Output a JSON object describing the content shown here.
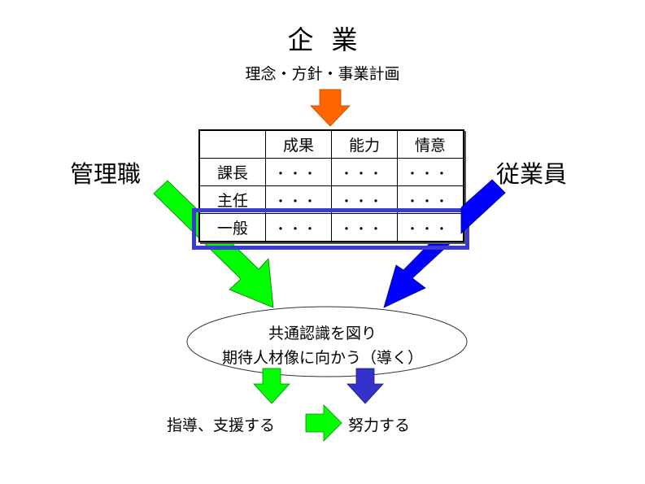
{
  "title": "企業",
  "subtitle": "理念・方針・事業計画",
  "left_label": "管理職",
  "right_label": "従業員",
  "table": {
    "columns": [
      "",
      "成果",
      "能力",
      "情意"
    ],
    "rows": [
      {
        "label": "課長",
        "cells": [
          "・・・",
          "・・・",
          "・・・"
        ]
      },
      {
        "label": "主任",
        "cells": [
          "・・・",
          "・・・",
          "・・・"
        ]
      },
      {
        "label": "一般",
        "cells": [
          "・・・",
          "・・・",
          "・・・"
        ],
        "highlighted": true
      }
    ]
  },
  "ellipse": {
    "line1": "共通認識を図り",
    "line2": "期待人材像に向かう（導く）"
  },
  "bottom": {
    "left": "指導、支援する",
    "right": "努力する"
  },
  "colors": {
    "orange_arrow": "#ff6600",
    "green_arrow": "#00ff00",
    "blue_arrow": "#0000ff",
    "purple_arrow": "#3333cc",
    "highlight_frame": "#3b3bd1"
  }
}
